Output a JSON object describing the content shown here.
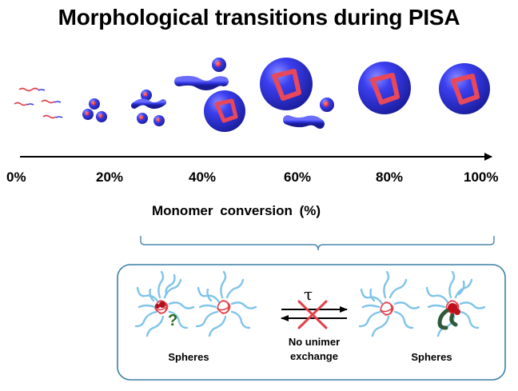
{
  "title": "Morphological transitions during PISA",
  "axis": {
    "ticks": [
      "0%",
      "20%",
      "40%",
      "60%",
      "80%",
      "100%"
    ],
    "label": "Monomer  conversion (%)"
  },
  "inset": {
    "left_label": "Spheres",
    "right_label": "Spheres",
    "symbol": "τ",
    "middle_label_line1": "No unimer",
    "middle_label_line2": "exchange",
    "question_mark": "?"
  },
  "colors": {
    "micelle_blue": "#2b2fd8",
    "core_red": "#e8485a",
    "chain_blue": "#7fc4ea",
    "chain_red": "#e2404a",
    "inset_border": "#3a7fa6"
  }
}
